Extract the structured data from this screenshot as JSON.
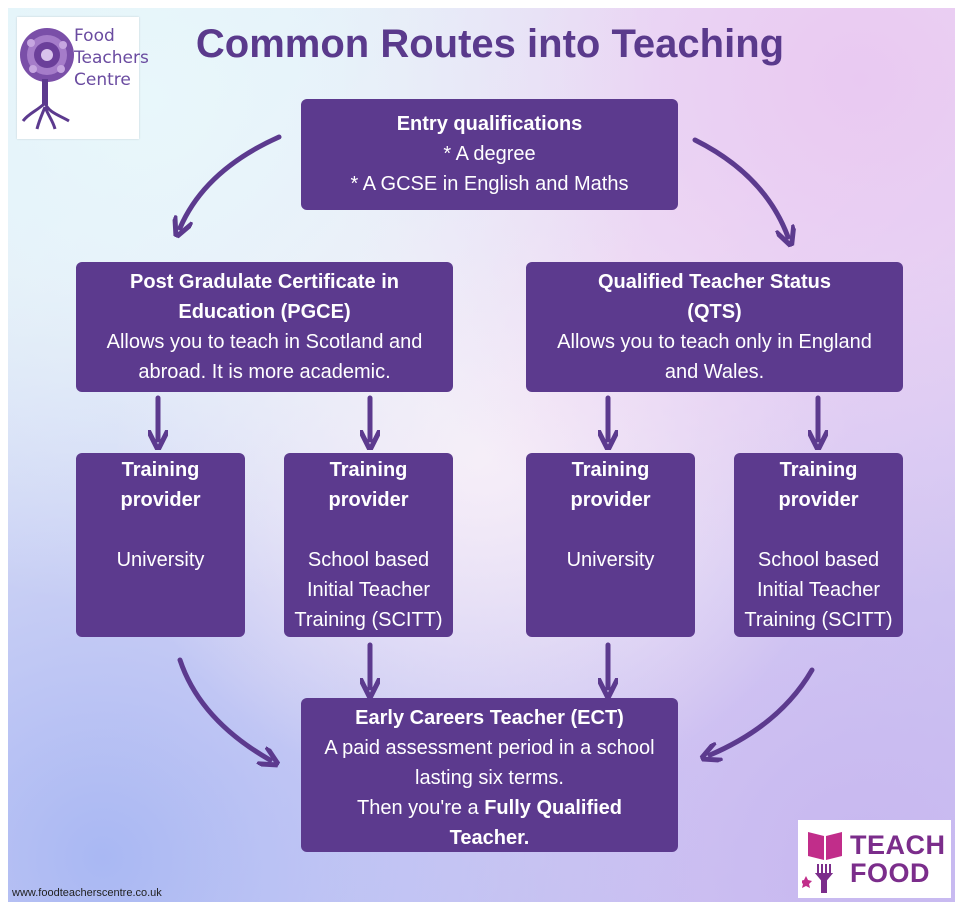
{
  "title": "Common Routes into Teaching",
  "entry": {
    "heading": "Entry qualifications",
    "items": [
      "* A degree",
      "* A GCSE in English and Maths"
    ]
  },
  "pgce": {
    "heading_line1": "Post Gradulate Certificate in",
    "heading_line2": "Education (PGCE)",
    "desc_line1": "Allows you to teach in Scotland and",
    "desc_line2": "abroad. It is more academic."
  },
  "qts": {
    "heading_line1": "Qualified Teacher Status",
    "heading_line2": "(QTS)",
    "desc_line1": "Allows you to teach only in England",
    "desc_line2": "and Wales."
  },
  "providers": [
    {
      "head1": "Training",
      "head2": "provider",
      "lines": [
        "University"
      ]
    },
    {
      "head1": "Training",
      "head2": "provider",
      "lines": [
        "School based",
        "Initial Teacher",
        "Training (SCITT)"
      ]
    },
    {
      "head1": "Training",
      "head2": "provider",
      "lines": [
        "University"
      ]
    },
    {
      "head1": "Training",
      "head2": "provider",
      "lines": [
        "School based",
        "Initial Teacher",
        "Training (SCITT)"
      ]
    }
  ],
  "ect": {
    "heading": "Early Careers Teacher (ECT)",
    "desc_line1": "A paid assessment period in a school",
    "desc_line2": "lasting six terms.",
    "final_prefix": "Then you're a ",
    "final_bold1": "Fully Qualified",
    "final_bold2": "Teacher."
  },
  "logo_ftc": {
    "line1": "Food",
    "line2": "Teachers",
    "line3": "Centre"
  },
  "logo_tf": {
    "line1": "TEACH",
    "line2": "FOOD"
  },
  "footer_url": "www.foodteacherscentre.co.uk",
  "colors": {
    "box": "#5c3a8e",
    "title": "#5a3a8c",
    "arrow": "#5c3a8e"
  }
}
